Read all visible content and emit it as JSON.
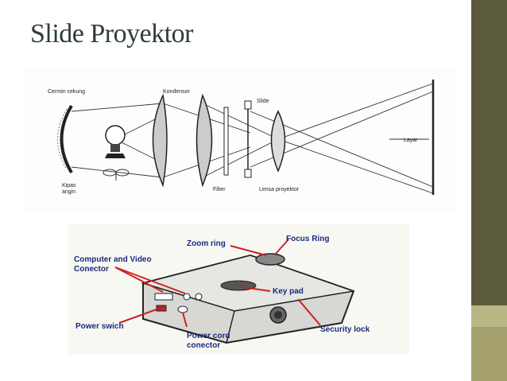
{
  "slide": {
    "title": "Slide Proyektor",
    "accent_colors": [
      "#5c5a3c",
      "#b9b685",
      "#a3a06e"
    ]
  },
  "diagram": {
    "labels": {
      "mirror": "Cermin cekung",
      "condenser": "Kondensor",
      "slide": "Slide",
      "screen": "Layar",
      "fan": "Kipas angin",
      "fan_line1": "Kipas",
      "fan_line2": "angin",
      "filter": "Filter",
      "lens": "Lensa proyektor"
    }
  },
  "projector": {
    "labels": {
      "zoom_ring": "Zoom ring",
      "focus_ring": "Focus Ring",
      "connector_line1": "Computer and Video",
      "connector_line2": "Conector",
      "key_pad": "Key pad",
      "power_switch": "Power swich",
      "power_cord_line1": "Power cord",
      "power_cord_line2": "conector",
      "security_lock": "Security lock"
    }
  }
}
